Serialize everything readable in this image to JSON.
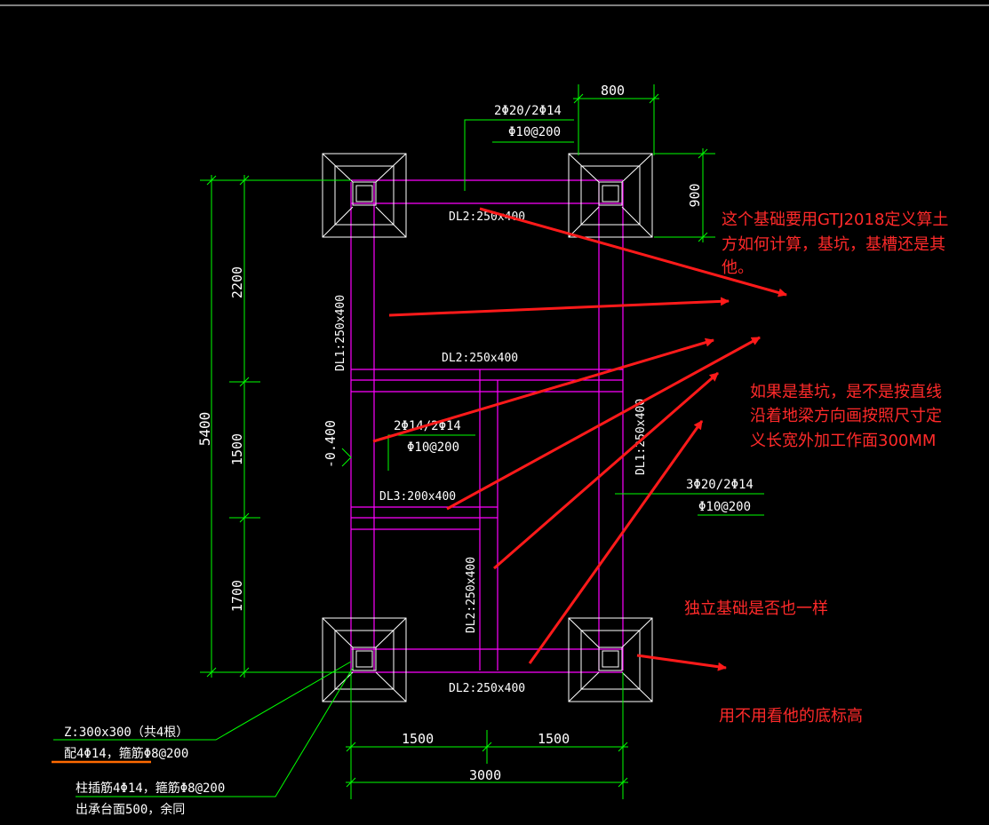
{
  "dimensions": {
    "top_width": "800",
    "right_height": "900",
    "left_total": "5400",
    "left_seg_1": "2200",
    "left_seg_2": "1500",
    "left_seg_3": "1700",
    "bottom_seg_1": "1500",
    "bottom_seg_2": "1500",
    "bottom_total": "3000"
  },
  "beams": {
    "dl2_top": "DL2:250x400",
    "dl2_mid": "DL2:250x400",
    "dl2_bottom": "DL2:250x400",
    "dl1_left": "DL1:250x400",
    "dl1_right": "DL1:250x400",
    "dl3": "DL3:200x400",
    "dl2_vertical": "DL2:250x400"
  },
  "rebar": {
    "top_main": "2Φ20/2Φ14",
    "top_stirrup": "Φ10@200",
    "mid_main": "2Φ14/2Φ14",
    "mid_stirrup": "Φ10@200",
    "right_main": "3Φ20/2Φ14",
    "right_stirrup": "Φ10@200"
  },
  "elevation": "-0.400",
  "column_note": {
    "line1": "Z:300x300（共4根）",
    "line2": "配4Φ14，箍筋Φ8@200",
    "line3": "柱插筋4Φ14，箍筋Φ8@200",
    "line4": "出承台面500，余同"
  },
  "annotations": {
    "q1_line1": "这个基础要用GTJ2018定义算土",
    "q1_line2": "方如何计算，基坑，基槽还是其",
    "q1_line3": "他。",
    "q2_line1": "如果是基坑，是不是按直线",
    "q2_line2": "沿着地梁方向画按照尺寸定",
    "q2_line3": "义长宽外加工作面300MM",
    "q3": "独立基础是否也一样",
    "q4": "用不用看他的底标高"
  },
  "colors": {
    "background": "#000000",
    "dimension_lines": "#00ff00",
    "beam_lines": "#ff00ff",
    "annotation": "#ff2a2a",
    "cad_text": "#ffffff",
    "underline_highlight": "#ff6a00"
  }
}
